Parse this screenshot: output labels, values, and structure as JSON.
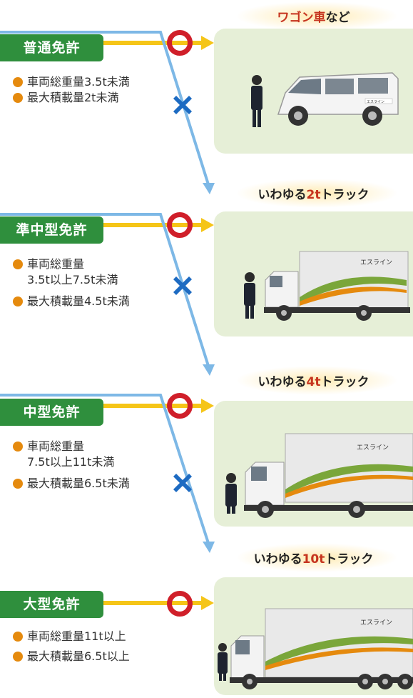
{
  "tiers": [
    {
      "license": "普通免許",
      "specs": [
        "車両総重量3.5t未満",
        "最大積載量2t未満"
      ],
      "vehicle_label_prefix": "",
      "vehicle_label_highlight": "ワゴン車",
      "vehicle_label_suffix": "など",
      "vehicle_icon": "van-icon",
      "vehicle_brand": "エスライン"
    },
    {
      "license": "準中型免許",
      "specs": [
        "車両総重量\n3.5t以上7.5t未満",
        "最大積載量4.5t未満"
      ],
      "vehicle_label_prefix": "いわゆる",
      "vehicle_label_highlight": "2t",
      "vehicle_label_suffix": "トラック",
      "vehicle_icon": "truck-2t-icon",
      "vehicle_brand": "エスライン"
    },
    {
      "license": "中型免許",
      "specs": [
        "車両総重量\n7.5t以上11t未満",
        "最大積載量6.5t未満"
      ],
      "vehicle_label_prefix": "いわゆる",
      "vehicle_label_highlight": "4t",
      "vehicle_label_suffix": "トラック",
      "vehicle_icon": "truck-4t-icon",
      "vehicle_brand": "エスライン"
    },
    {
      "license": "大型免許",
      "specs": [
        "車両総重量11t以上",
        "最大積載量6.5t以上"
      ],
      "vehicle_label_prefix": "いわゆる",
      "vehicle_label_highlight": "10t",
      "vehicle_label_suffix": "トラック",
      "vehicle_icon": "truck-10t-icon",
      "vehicle_brand": "エスライン"
    }
  ],
  "colors": {
    "license_green": "#2f8f3d",
    "arrow_yellow": "#f5c518",
    "arrow_blue": "#7db8e6",
    "ok_red": "#d01f2a",
    "ng_blue": "#1d6bc2",
    "bullet_orange": "#e58a0e",
    "panel_green": "#e6efd7",
    "highlight_red": "#c6341f"
  }
}
